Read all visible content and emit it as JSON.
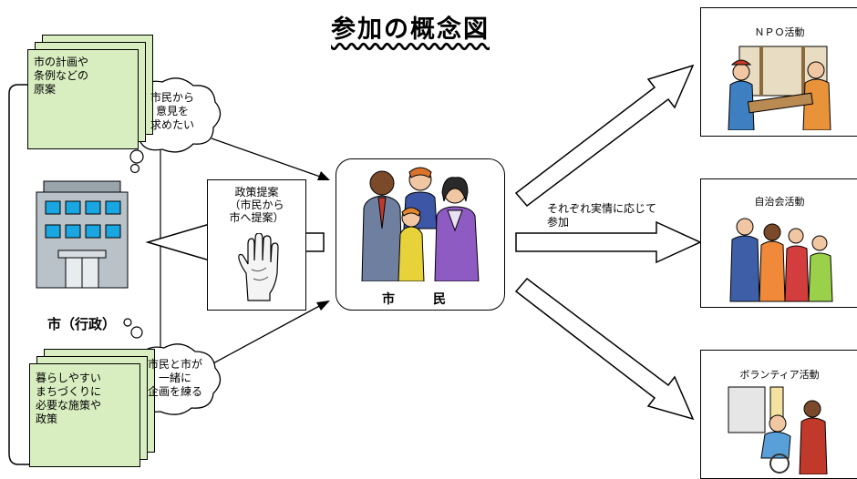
{
  "title": "参加の概念図",
  "city": {
    "plan_document_text": "市の計画や\n条例などの\n原案",
    "plan_bubble_text": "市民から\n意見を\n求めたい",
    "label": "市（行政）",
    "policy_document_text": "暮らしやすい\nまちづくりに\n必要な施策や\n政策",
    "policy_bubble_text": "市民と市が\n一緒に\n企画を練る"
  },
  "policy_proposal": {
    "text": "政策提案\n（市民から\n市へ提案）"
  },
  "citizen": {
    "label": "市　民"
  },
  "participation": {
    "text": "それぞれ実情に応じて\n参加"
  },
  "activities": [
    {
      "label": "ＮＰＯ活動"
    },
    {
      "label": "自治会活動"
    },
    {
      "label": "ボランティア活動"
    }
  ],
  "colors": {
    "document_fill": "#d8eec0",
    "building_body": "#b9c2c9",
    "building_window": "#1aa6e0",
    "arrow_fill": "#ffffff"
  }
}
